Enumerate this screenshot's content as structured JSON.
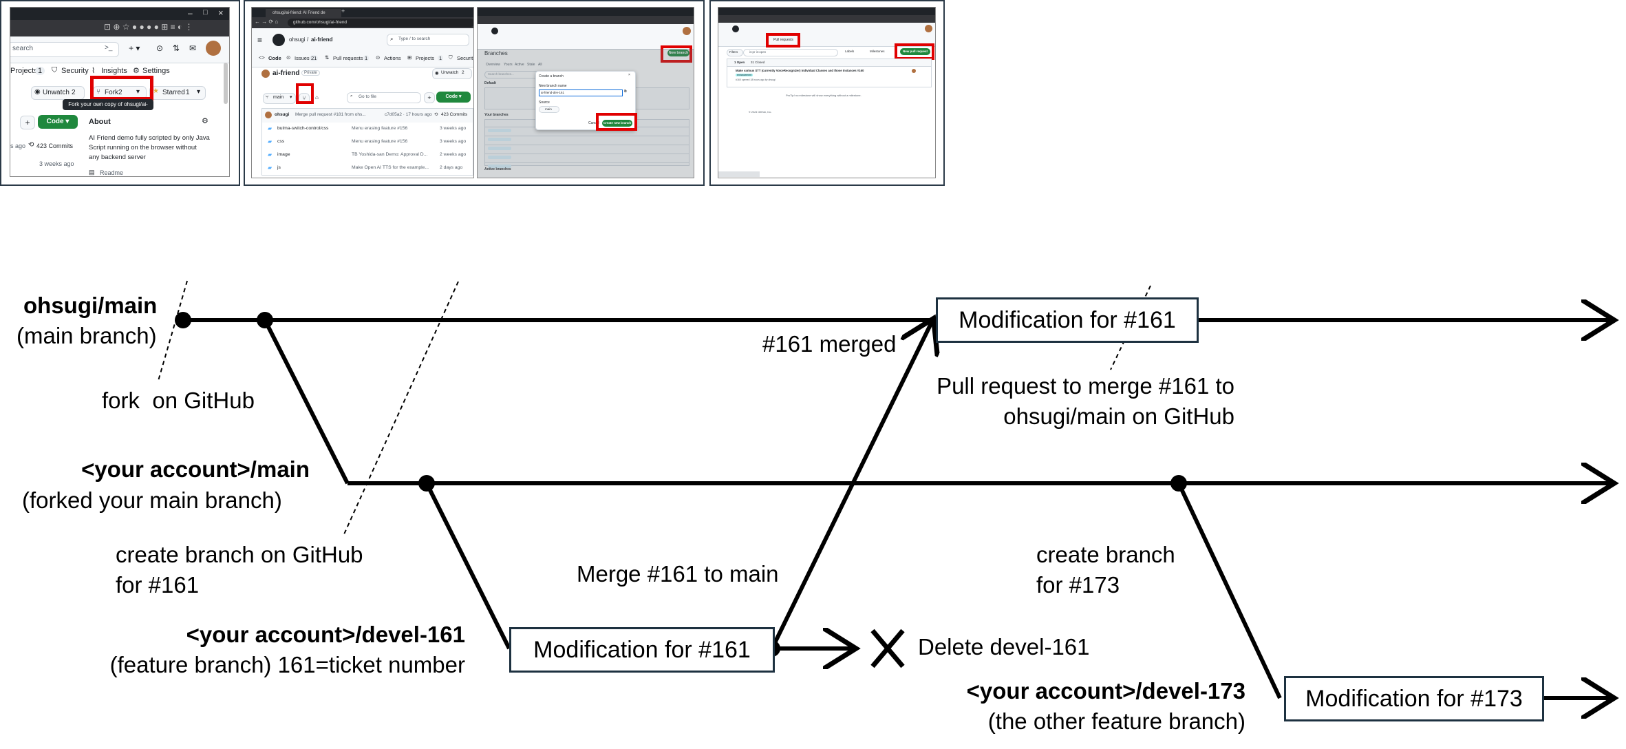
{
  "screenshots": {
    "fork": {
      "search": "search",
      "nav_projects": "Projects",
      "nav_projects_count": "1",
      "nav_security": "Security",
      "nav_insights": "Insights",
      "nav_settings": "Settings",
      "unwatch": "Unwatch",
      "unwatch_count": "2",
      "fork": "Fork",
      "fork_count": "2",
      "starred": "Starred",
      "starred_count": "1",
      "tooltip": "Fork your own copy of ohsugi/ai-friend",
      "code_button": "Code",
      "about_title": "About",
      "about_text_1": "AI Friend demo fully scripted by only Java",
      "about_text_2": "Script running on the browser without",
      "about_text_3": "any backend server",
      "commits_prefix": "s ago",
      "commits": "423 Commits",
      "weeks_ago": "3 weeks ago",
      "readme": "Readme"
    },
    "repo": {
      "tab_title": "ohsugi/ai-friend: AI Friend de",
      "url": "github.com/ohsugi/ai-friend",
      "owner": "ohsugi",
      "repo_name": "ai-friend",
      "search_placeholder": "Type / to search",
      "tab_code": "Code",
      "tab_issues": "Issues",
      "tab_issues_count": "21",
      "tab_pulls": "Pull requests",
      "tab_pulls_count": "1",
      "tab_actions": "Actions",
      "tab_projects": "Projects",
      "tab_projects_count": "1",
      "tab_security": "Securit",
      "repo_title": "ai-friend",
      "private_badge": "Private",
      "unwatch": "Unwatch",
      "unwatch_count": "2",
      "branch": "main",
      "goto_file": "Go to file",
      "code_button": "Code",
      "commit_author": "ohsugi",
      "commit_message": "Merge pull request #181 from ohs...",
      "commit_meta": "c7d05a2 · 17 hours ago",
      "commit_count": "423 Commits",
      "files": [
        {
          "name": "bulma-switch-control/css",
          "msg": "Menu erasing feature #156",
          "age": "3 weeks ago"
        },
        {
          "name": "css",
          "msg": "Menu erasing feature #156",
          "age": "3 weeks ago"
        },
        {
          "name": "image",
          "msg": "TB Yoshida-san Demo: Approval D...",
          "age": "2 weeks ago"
        },
        {
          "name": "js",
          "msg": "Make Open AI TTS for the example...",
          "age": "2 days ago"
        }
      ]
    },
    "branches": {
      "title": "Branches",
      "new_branch": "New branch",
      "dialog_title": "Create a branch",
      "new_branch_name": "New branch name",
      "branch_value": "ai-friend-dev-161",
      "source": "Source",
      "source_value": "main",
      "cancel": "Cancel",
      "create_branch": "Create new branch",
      "filter_tabs": [
        "Overview",
        "Yours",
        "Active",
        "Stale",
        "All"
      ],
      "search": "Search branches...",
      "section_default": "Default",
      "section_yours": "Your branches",
      "section_active": "Active branches"
    },
    "pulls": {
      "tab_pulls": "Pull requests",
      "filters": "Filters",
      "search": "is:pr is:open",
      "labels": "Labels",
      "milestones": "Milestones",
      "new_pr": "New pull request",
      "open": "1 Open",
      "closed": "31 Closed",
      "pr_title": "Make various STT (currently VoiceRecognizer) individual Classes and those instances #160",
      "pr_label": "enhancement",
      "pr_meta": "#160 opened 18 hours ago by ohsugi",
      "protip": "ProTip! no:milestone will show everything without a milestone.",
      "footer": "© 2024 GitHub, Inc."
    }
  },
  "diagram": {
    "main_title": "ohsugi/main",
    "main_sub": "(main branch)",
    "fork_label": "fork  on GitHub",
    "merged_label": "#161 merged",
    "mod_main": "Modification for #161",
    "pr_line1": "Pull request to merge #161 to",
    "pr_line2": "ohsugi/main on GitHub",
    "your_main_title": "<your account>/main",
    "your_main_sub": "(forked your main branch)",
    "create161_line1": "create branch on GitHub",
    "create161_line2": "for #161",
    "merge_label": "Merge #161 to main",
    "create173_line1": "create branch",
    "create173_line2": "for #173",
    "devel161_title": "<your account>/devel-161",
    "devel161_sub": "(feature branch) 161=ticket number",
    "mod_161": "Modification for #161",
    "delete_label": "Delete devel-161",
    "devel173_title": "<your account>/devel-173",
    "devel173_sub": "(the other feature branch)",
    "mod_173": "Modification for #173"
  },
  "colors": {
    "github_green": "#1f883d",
    "highlight_red": "#e00000",
    "line": "#000000",
    "box_border": "#1d3140"
  }
}
